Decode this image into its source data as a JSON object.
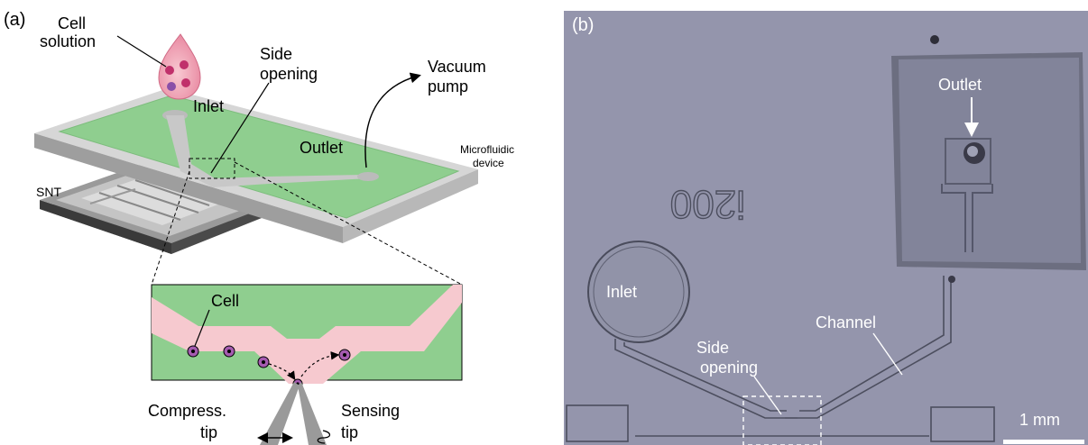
{
  "panel_a": {
    "label": "(a)",
    "cell_solution": [
      "Cell",
      "solution"
    ],
    "side_opening": [
      "Side",
      "opening"
    ],
    "vacuum_pump": [
      "Vacuum",
      "pump"
    ],
    "inlet": "Inlet",
    "outlet": "Outlet",
    "microfluidic_device": [
      "Microfluidic",
      "device"
    ],
    "snt": "SNT",
    "cell": "Cell",
    "compress_tip": [
      "Compress.",
      "tip"
    ],
    "sensing_tip": [
      "Sensing",
      "tip"
    ],
    "colors": {
      "chip_green": "#8fce8f",
      "channel_pink": "#f6c9cf",
      "cell_purple": "#a55bb0",
      "glass_grey": "#d9d9d9"
    }
  },
  "panel_b": {
    "label": "(b)",
    "outlet": "Outlet",
    "inlet": "Inlet",
    "channel": "Channel",
    "side_opening": [
      "Side",
      "opening"
    ],
    "etched_text": "i200",
    "scale_bar": "1 mm",
    "colors": {
      "background": "#8f91a8"
    }
  }
}
